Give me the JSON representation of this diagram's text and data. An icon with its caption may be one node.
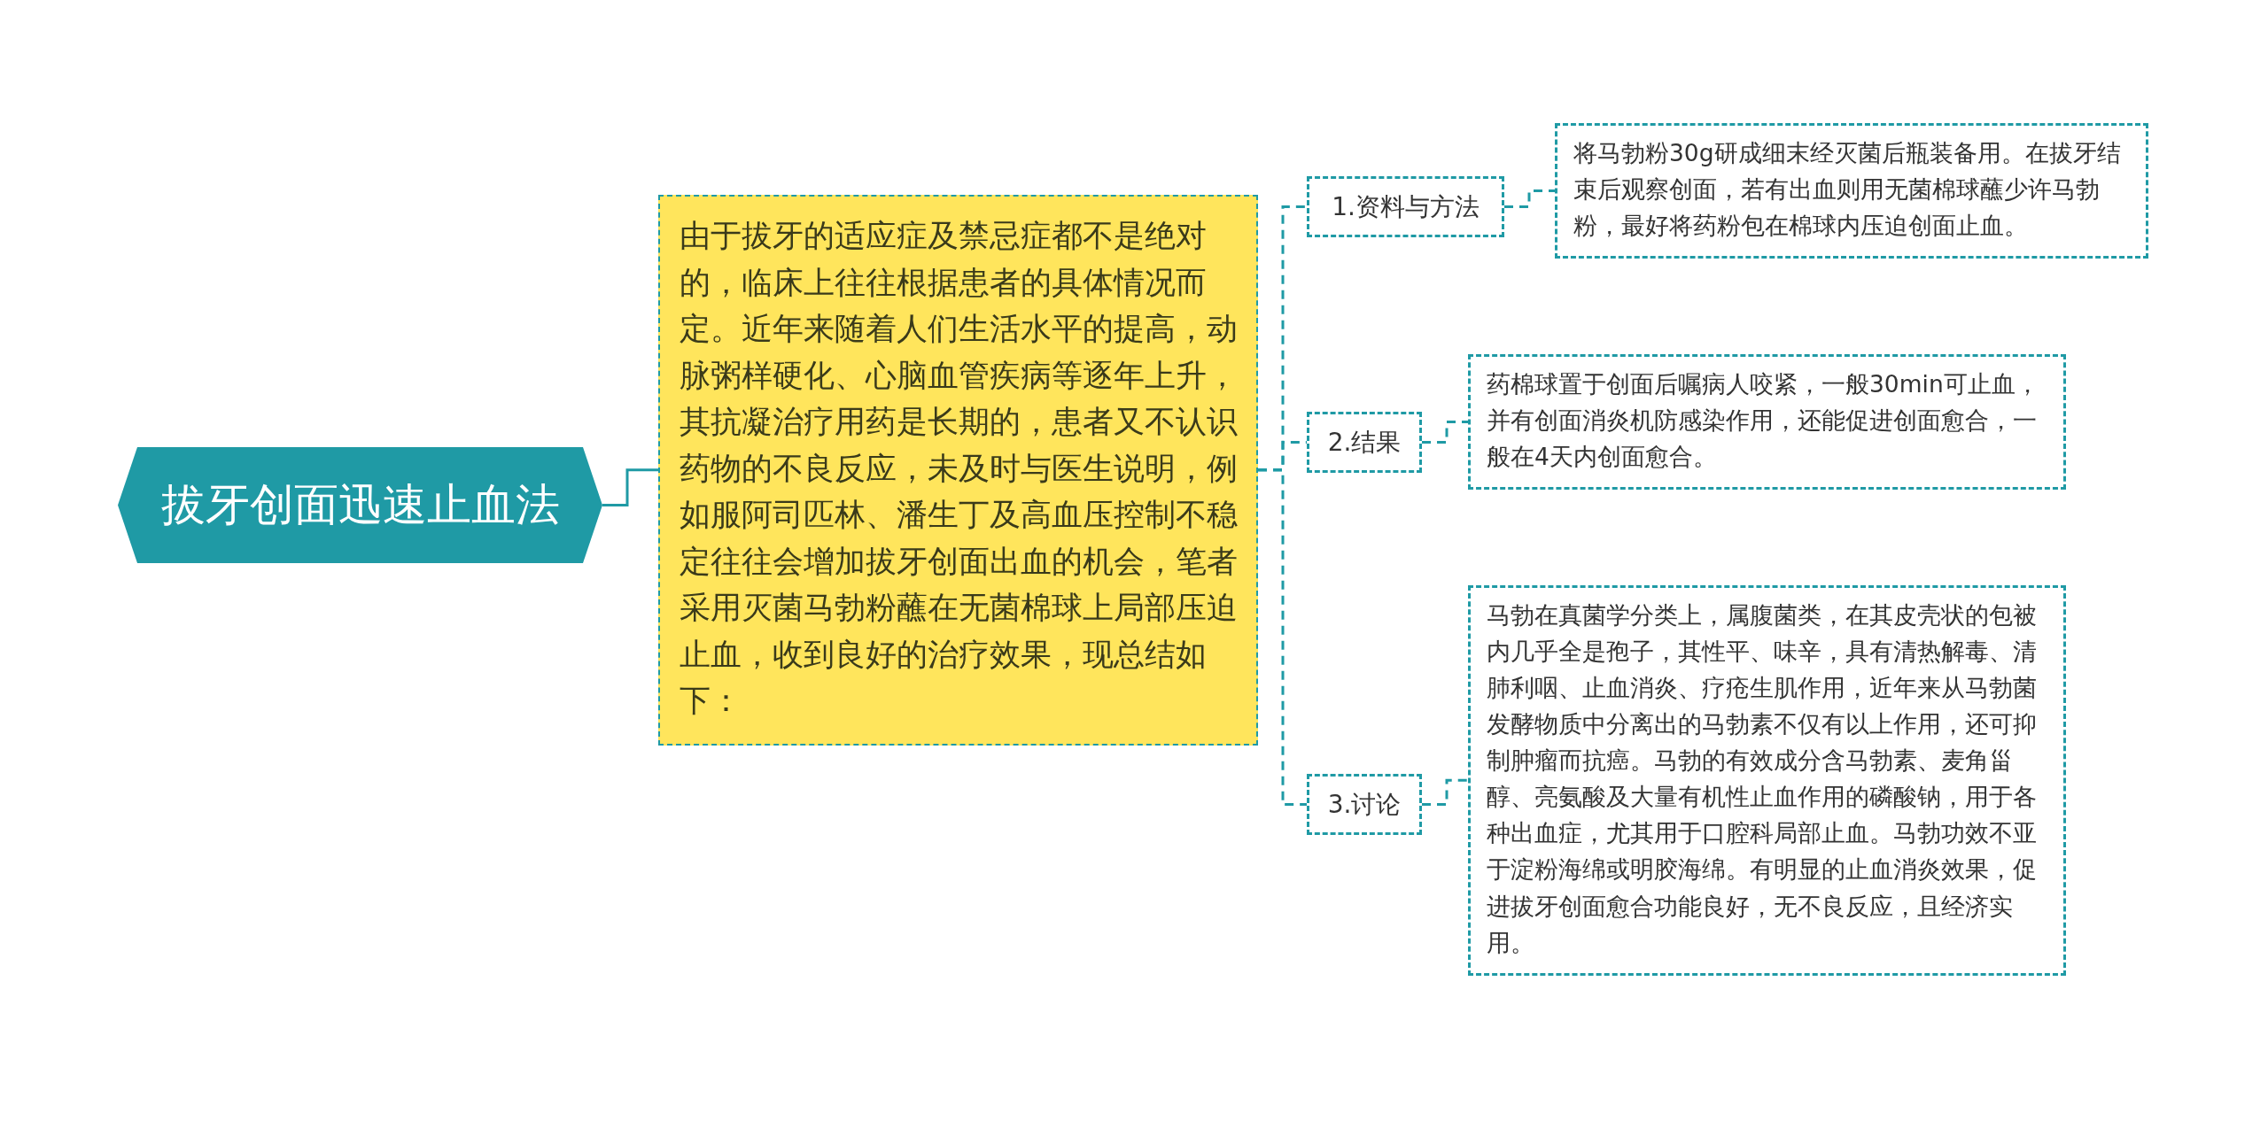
{
  "diagram": {
    "nodes": [
      {
        "text": [
          "拔牙创面迅速止血法"
        ]
      },
      {
        "text": [
          "由于拔牙的适应症及禁忌症都不是绝对的，临床上往往根据患者的具体情况而定。近年来随着人们生活水平的提高，动脉粥样硬化、心脑血管疾病等逐年上升，其抗凝治疗用药是长期的，患者又不认识药物的不良反应，未及时与医生说明，例如服阿司匹林、潘生丁及高血压控制不稳定往往会增加拔牙创面出血的机会，笔者采用灭菌马勃粉蘸在无菌棉球上局部压迫止血，收到良好的治疗效果，现总结如下："
        ]
      },
      {
        "text": [
          "1.资料与方法"
        ]
      },
      {
        "text": [
          "将马勃粉30g研成细末经灭菌后瓶装备用。在拔牙结束后观察创面，若有出血则用无菌棉球蘸少许马勃粉，最好将药粉包在棉球内压迫创面止血。"
        ]
      },
      {
        "text": [
          "2.结果"
        ]
      },
      {
        "text": [
          "药棉球置于创面后嘱病人咬紧，一般30min可止血，并有创面消炎机防感染作用，还能促进创面愈合，一般在4天内创面愈合。"
        ]
      },
      {
        "text": [
          "3.讨论"
        ]
      },
      {
        "text": [
          "马勃在真菌学分类上，属腹菌类，在其皮壳状的包被内几乎全是孢子，其性平、味辛，具有清热解毒、清肺利咽、止血消炎、疗疮生肌作用，近年来从马勃菌发酵物质中分离出的马勃素不仅有以上作用，还可抑制肿瘤而抗癌。马勃的有效成分含马勃素、麦角甾醇、亮氨酸及大量有机性止血作用的磷酸钠，用于各种出血症，尤其用于口腔科局部止血。马勃功效不亚于淀粉海绵或明胶海绵。有明显的止血消炎效果，促进拔牙创面愈合功能良好，无不良反应，且经济实用。"
        ]
      }
    ],
    "edges": [
      {
        "from": 0,
        "to": 1,
        "arrow": "none"
      },
      {
        "from": 1,
        "to": 2,
        "arrow": "none",
        "style": "dashed"
      },
      {
        "from": 1,
        "to": 4,
        "arrow": "none",
        "style": "dashed"
      },
      {
        "from": 1,
        "to": 6,
        "arrow": "none",
        "style": "dashed"
      },
      {
        "from": 2,
        "to": 3,
        "arrow": "none",
        "style": "dashed"
      },
      {
        "from": 4,
        "to": 5,
        "arrow": "none",
        "style": "dashed"
      },
      {
        "from": 6,
        "to": 7,
        "arrow": "none",
        "style": "dashed"
      }
    ]
  }
}
